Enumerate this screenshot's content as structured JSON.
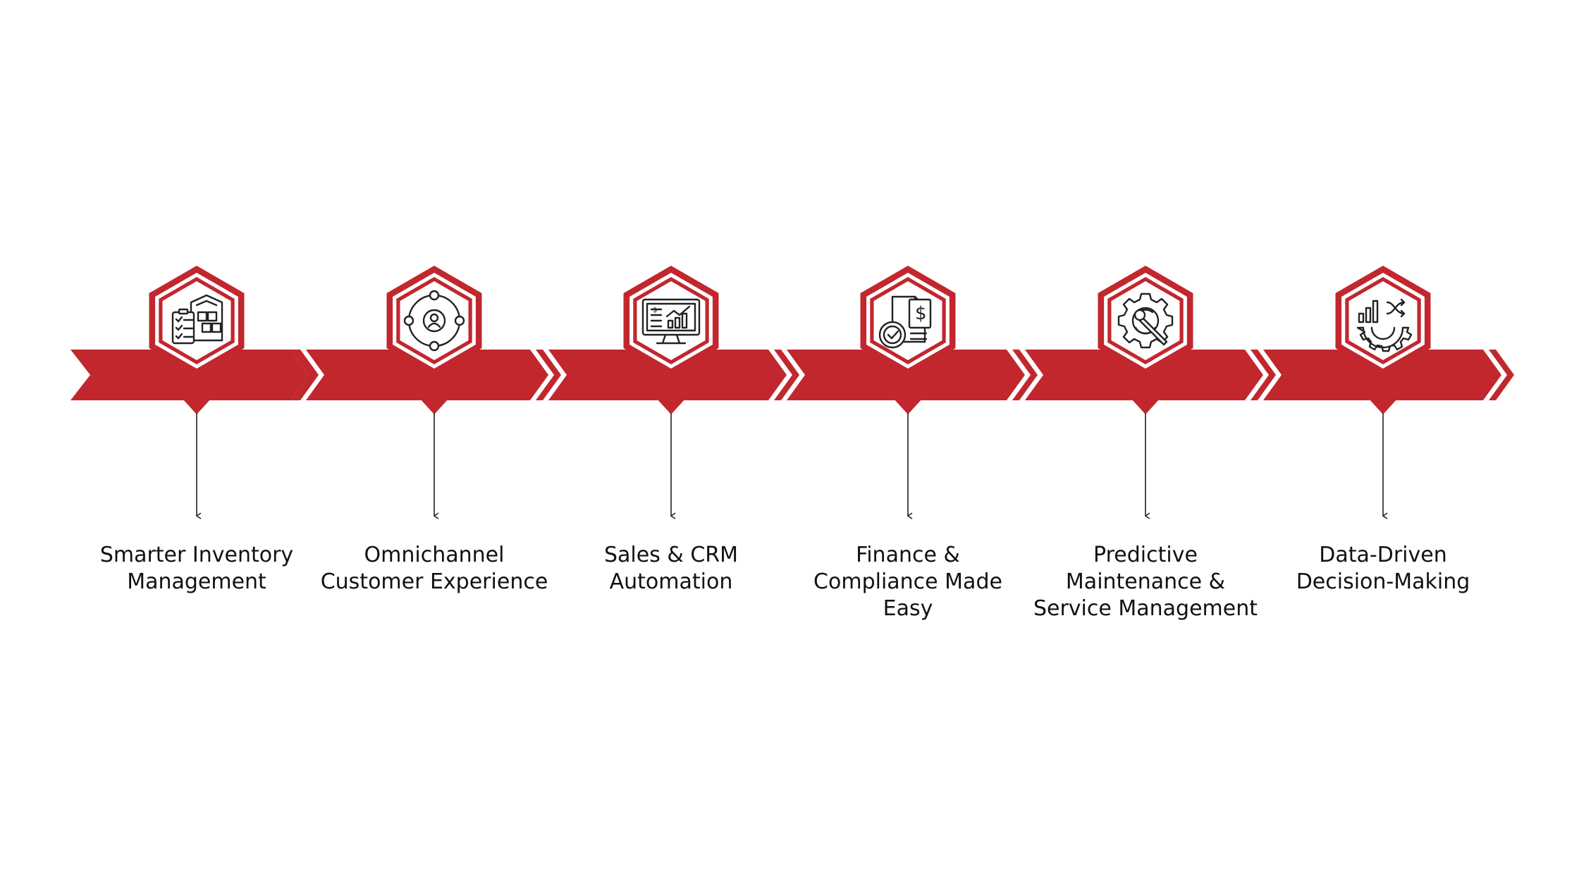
{
  "colors": {
    "accent": "#c1272d",
    "background": "#ffffff",
    "line": "#222222",
    "text": "#111111"
  },
  "steps": [
    {
      "icon": "inventory-warehouse-icon",
      "label_lines": [
        "Smarter Inventory",
        "Management"
      ]
    },
    {
      "icon": "customer-orbit-icon",
      "label_lines": [
        "Omnichannel",
        "Customer Experience"
      ]
    },
    {
      "icon": "analytics-monitor-icon",
      "label_lines": [
        "Sales & CRM",
        "Automation"
      ]
    },
    {
      "icon": "finance-document-check-icon",
      "label_lines": [
        "Finance &",
        "Compliance Made",
        "Easy"
      ]
    },
    {
      "icon": "gear-wrench-icon",
      "label_lines": [
        "Predictive",
        "Maintenance &",
        "Service Management"
      ]
    },
    {
      "icon": "data-gear-chart-icon",
      "label_lines": [
        "Data-Driven",
        "Decision-Making"
      ]
    }
  ]
}
